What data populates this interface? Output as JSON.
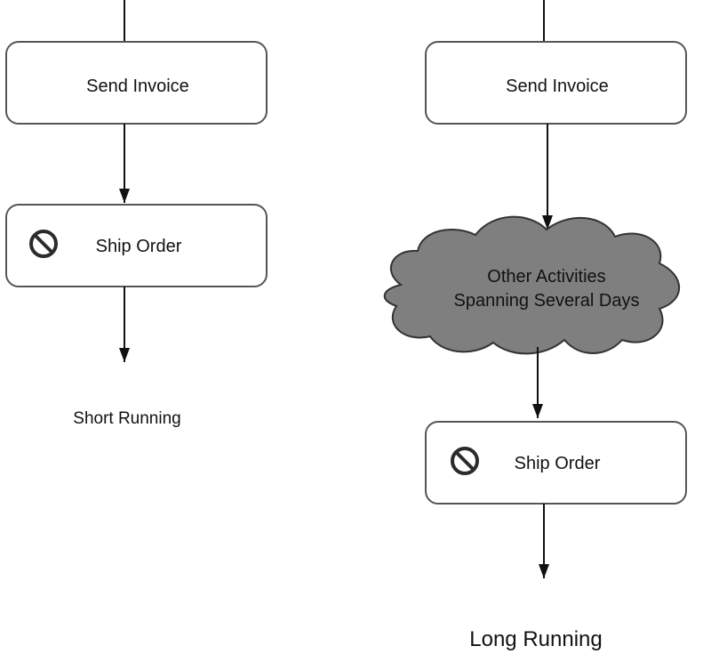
{
  "left_flow": {
    "send_invoice": "Send Invoice",
    "ship_order": "Ship Order",
    "caption": "Short Running"
  },
  "right_flow": {
    "send_invoice": "Send Invoice",
    "cloud_line_1": "Other Activities",
    "cloud_line_2": "Spanning Several Days",
    "ship_order": "Ship Order",
    "caption": "Long Running"
  },
  "colors": {
    "cloud_fill": "#7f7f7f",
    "box_stroke": "#555555",
    "line": "#111111"
  },
  "icons": {
    "ship_order_icon": "prohibition-icon"
  }
}
